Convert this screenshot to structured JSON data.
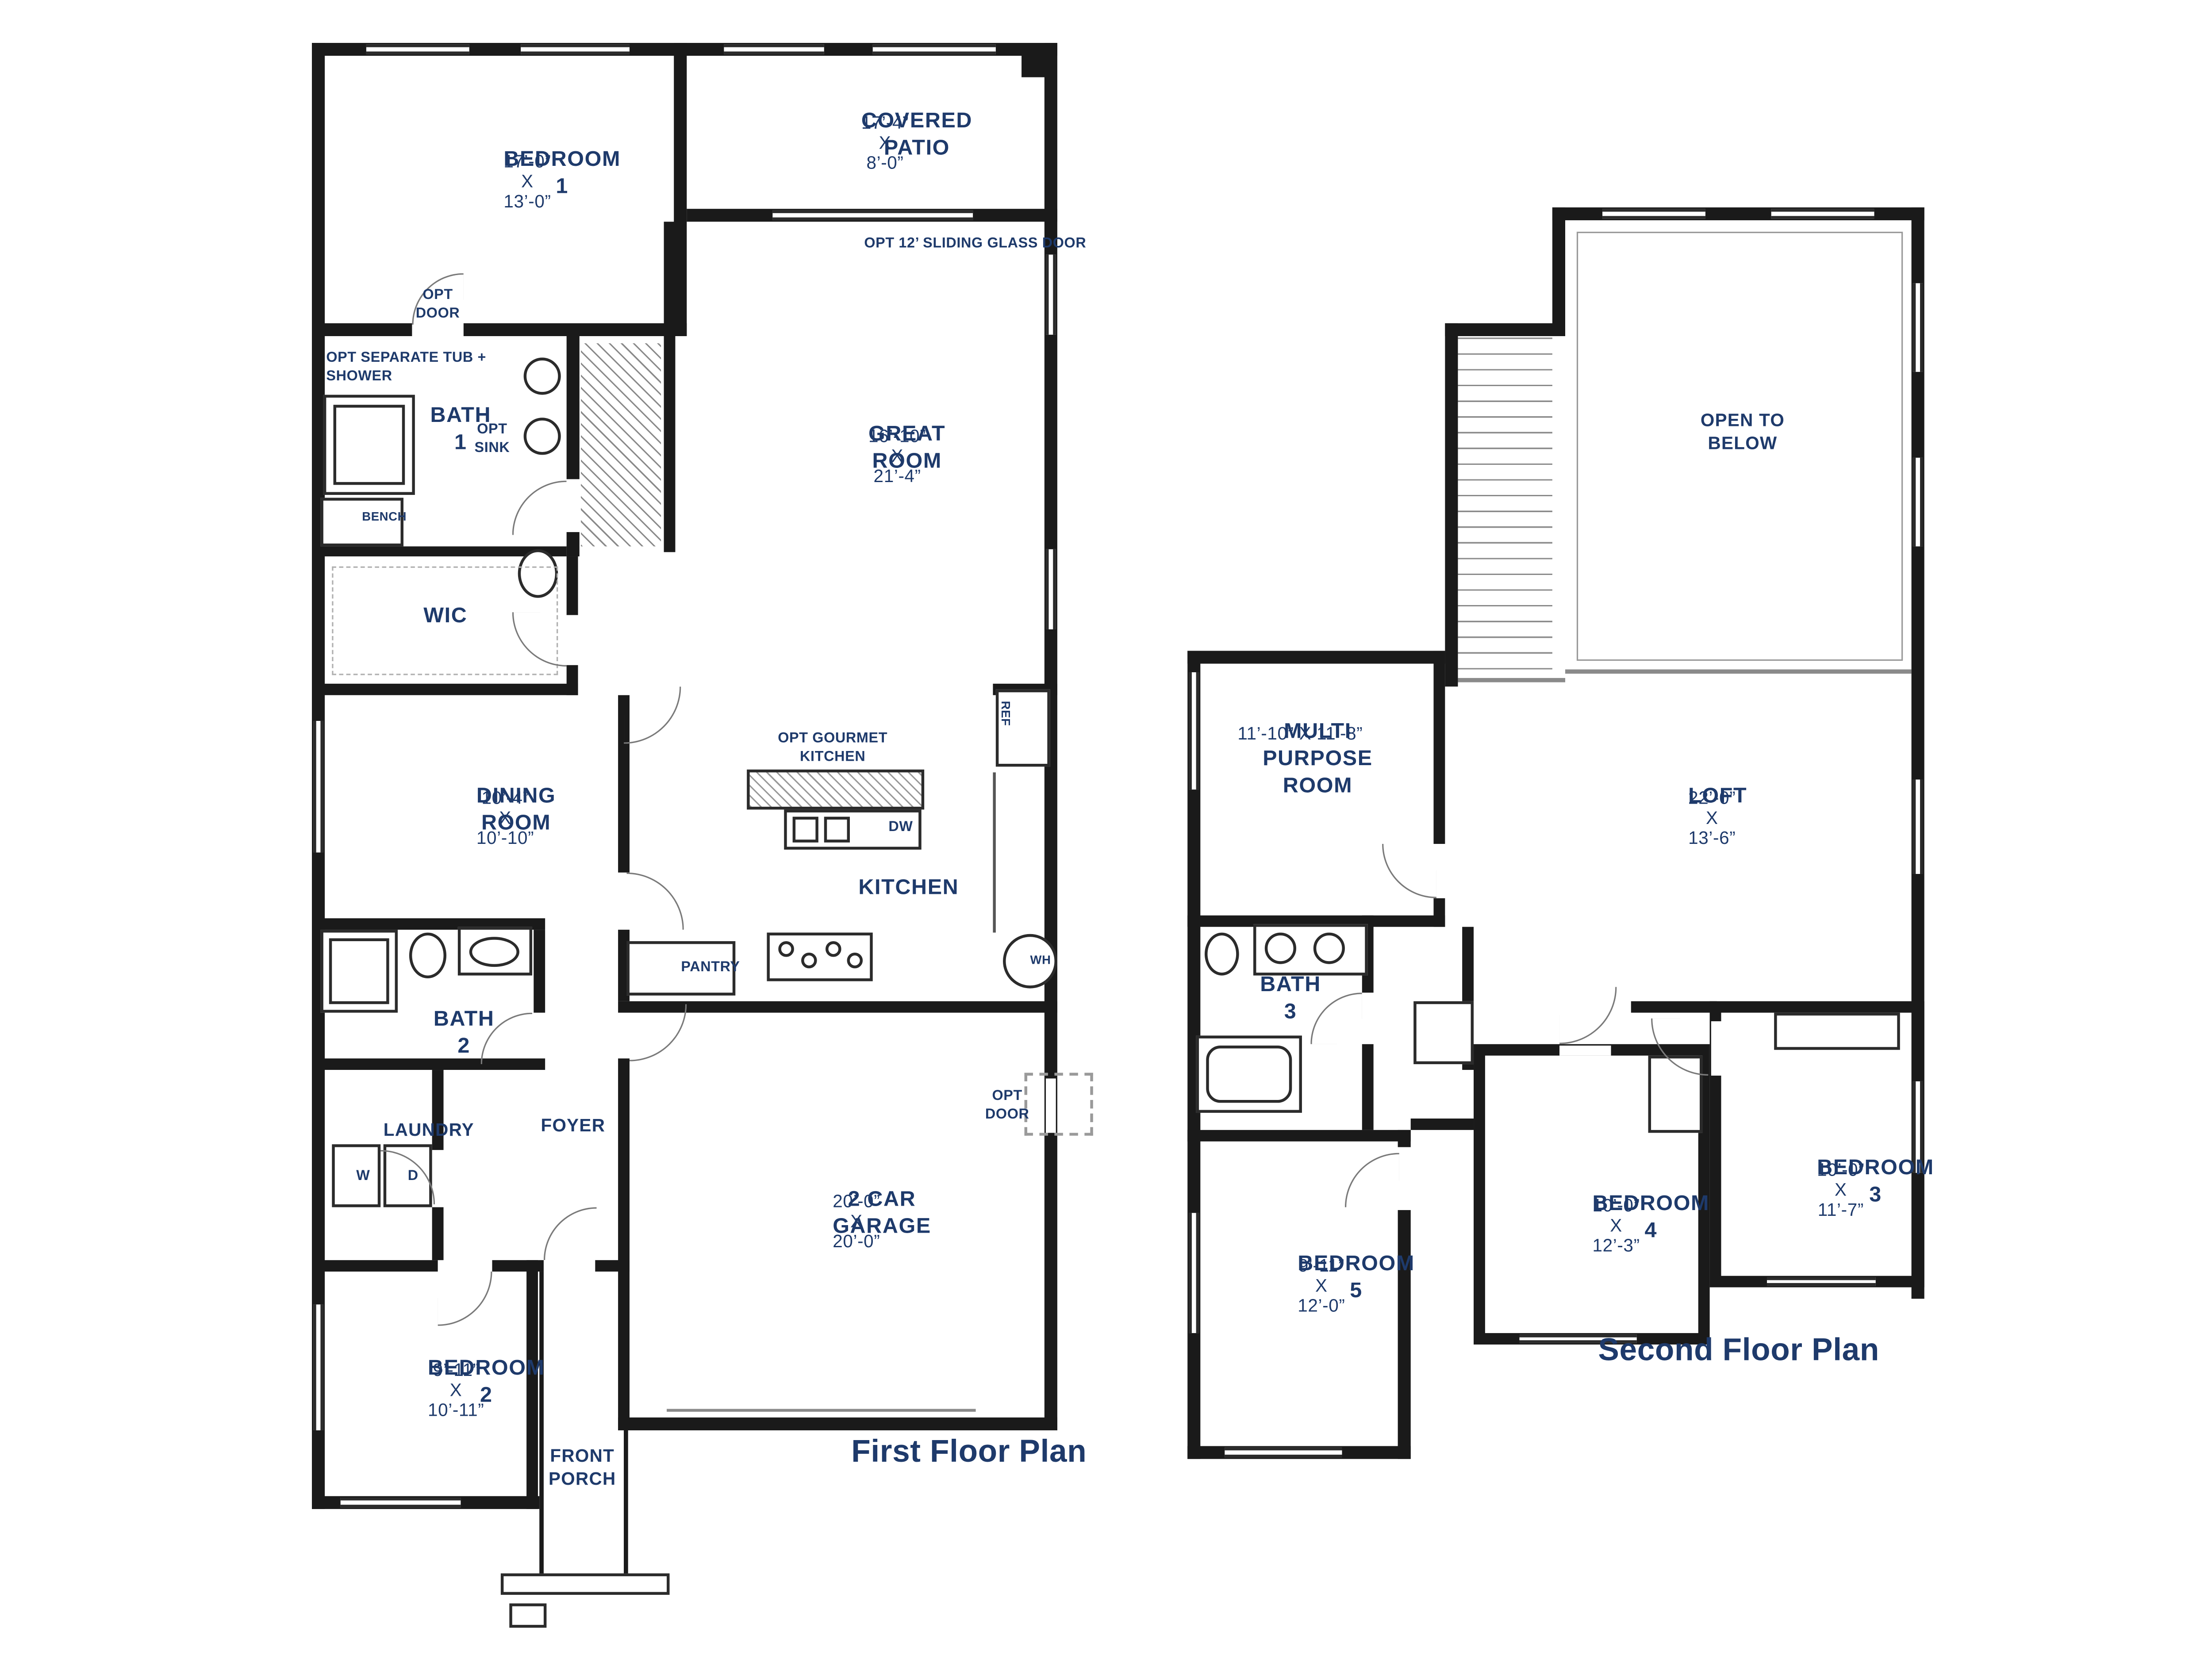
{
  "colors": {
    "ink": "#1e3a6b",
    "wall": "#1a1a1a"
  },
  "first": {
    "title": "First Floor Plan",
    "rooms": {
      "bedroom1": {
        "name": "BEDROOM 1",
        "dims": "17’-0” X 13’-0”"
      },
      "covered_patio": {
        "name": "COVERED PATIO",
        "dims": "17’-4” X 8’-0”"
      },
      "great_room": {
        "name": "GREAT ROOM",
        "dims": "16’-10” X 21’-4”"
      },
      "dining_room": {
        "name": "DINING ROOM",
        "dims": "10’-4” X 10’-10”"
      },
      "kitchen": {
        "name": "KITCHEN"
      },
      "bath1": {
        "name": "BATH 1"
      },
      "bath2": {
        "name": "BATH 2"
      },
      "wic": {
        "name": "WIC"
      },
      "laundry": {
        "name": "LAUNDRY"
      },
      "foyer": {
        "name": "FOYER"
      },
      "garage": {
        "name": "2 CAR GARAGE",
        "dims": "20’-0” X 20’-0”"
      },
      "bedroom2": {
        "name": "BEDROOM 2",
        "dims": "9’-11” X 10’-11”"
      },
      "front_porch": {
        "name": "FRONT PORCH"
      },
      "pantry": {
        "name": "PANTRY"
      }
    },
    "notes": {
      "sliding_door": "OPT 12’ SLIDING GLASS DOOR",
      "opt_door": "OPT DOOR",
      "opt_tub": "OPT SEPARATE TUB + SHOWER",
      "opt_sink": "OPT SINK",
      "bench": "BENCH",
      "opt_gourmet": "OPT GOURMET KITCHEN",
      "dw": "DW",
      "ref": "REF",
      "wh": "WH",
      "washer": "W",
      "dryer": "D",
      "opt_door_garage": "OPT DOOR"
    }
  },
  "second": {
    "title": "Second Floor Plan",
    "rooms": {
      "open_to_below": {
        "name": "OPEN TO BELOW"
      },
      "multi_purpose": {
        "name": "MULTI PURPOSE ROOM",
        "dims": "11’-10” X 11’-8”"
      },
      "loft": {
        "name": "LOFT",
        "dims": "22’-0” X 13’-6”"
      },
      "bath3": {
        "name": "BATH 3"
      },
      "bedroom3": {
        "name": "BEDROOM 3",
        "dims": "10’-0” X 11’-7”"
      },
      "bedroom4": {
        "name": "BEDROOM 4",
        "dims": "10’-0” X 12’-3”"
      },
      "bedroom5": {
        "name": "BEDROOM 5",
        "dims": "9’-11” X 12’-0”"
      }
    }
  }
}
